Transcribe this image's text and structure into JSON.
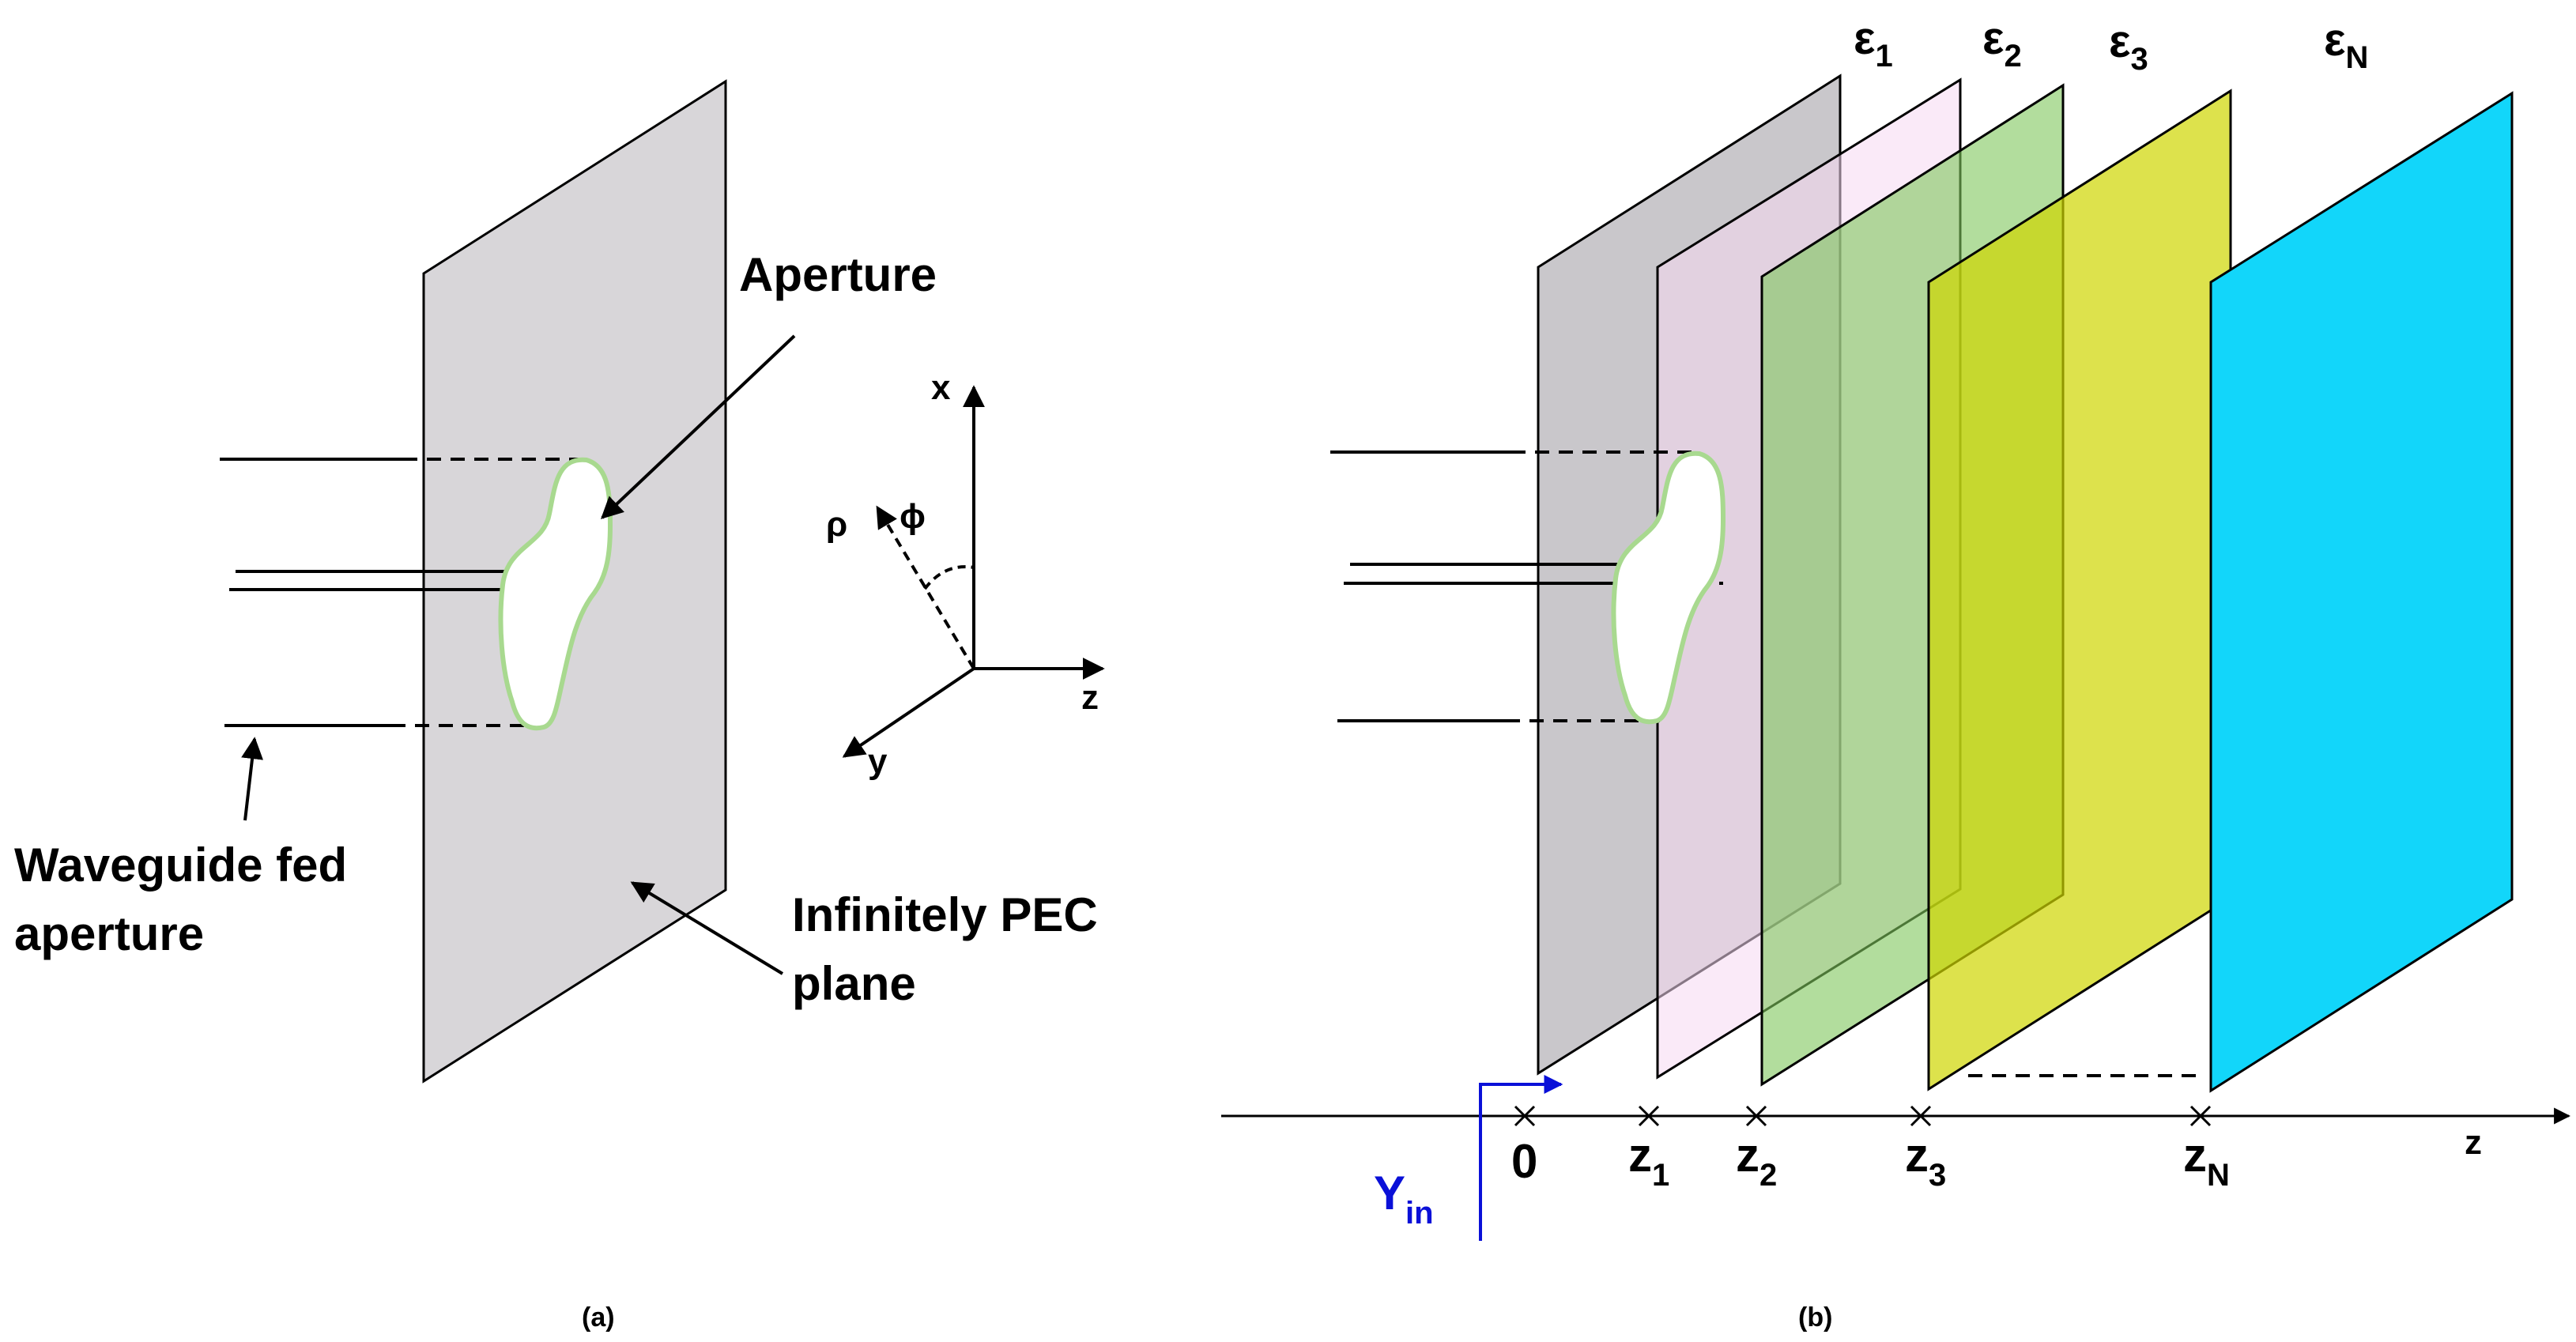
{
  "panel_a": {
    "labels": {
      "aperture": "Aperture",
      "waveguide_line1": "Waveguide fed",
      "waveguide_line2": "aperture",
      "pec_line1": "Infinitely PEC",
      "pec_line2": "plane"
    },
    "axes": {
      "x": "x",
      "z": "z",
      "y": "y",
      "rho": "ρ",
      "phi": "ϕ"
    },
    "caption": "(a)"
  },
  "panel_b": {
    "layers": [
      {
        "eps": "ε",
        "sub": "1",
        "color": "#f5d8f2"
      },
      {
        "eps": "ε",
        "sub": "2",
        "color": "#7fc65c"
      },
      {
        "eps": "ε",
        "sub": "3",
        "color": "#cfd600"
      },
      {
        "eps": "ε",
        "sub": "N",
        "color": "#12d6fa"
      }
    ],
    "pec_color": "#c3c1c5",
    "positions": [
      {
        "main": "0",
        "sub": ""
      },
      {
        "main": "z",
        "sub": "1"
      },
      {
        "main": "z",
        "sub": "2"
      },
      {
        "main": "z",
        "sub": "3"
      },
      {
        "main": "z",
        "sub": "N"
      }
    ],
    "axis_label": "z",
    "admittance": {
      "main": "Y",
      "sub": "in",
      "color": "#0a10d8"
    },
    "caption": "(b)"
  }
}
